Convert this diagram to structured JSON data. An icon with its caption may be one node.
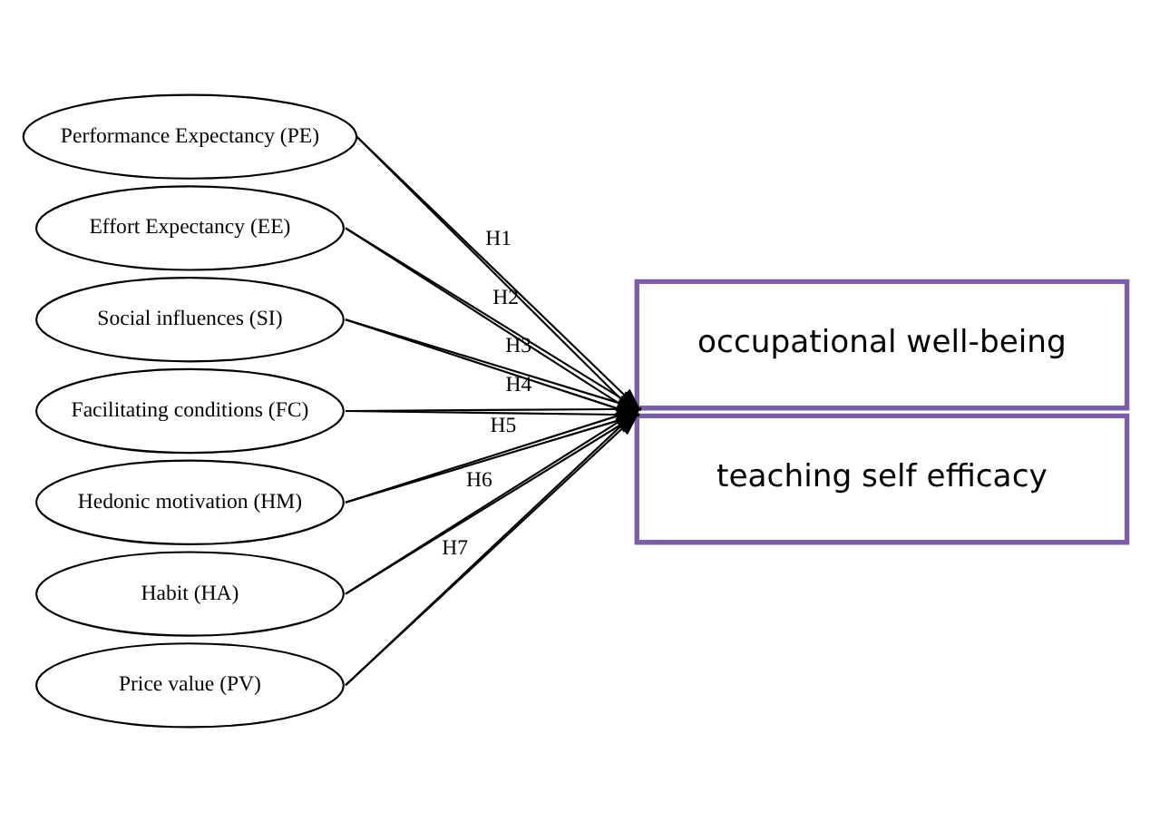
{
  "diagram": {
    "nodes": [
      {
        "text": [
          "Performance Expectancy (PE)"
        ]
      },
      {
        "text": [
          "Effort Expectancy (EE)"
        ]
      },
      {
        "text": [
          "Social influences (SI)"
        ]
      },
      {
        "text": [
          "Facilitating conditions (FC)"
        ]
      },
      {
        "text": [
          "Hedonic motivation (HM)"
        ]
      },
      {
        "text": [
          "Habit (HA)"
        ]
      },
      {
        "text": [
          "Price value (PV)"
        ]
      },
      {
        "text": [
          "occupational well-being"
        ]
      },
      {
        "text": [
          "teaching self efficacy"
        ]
      }
    ],
    "edges": [
      {
        "from": 0,
        "to": 7,
        "arrow": "to",
        "label": "H1"
      },
      {
        "from": 1,
        "to": 7,
        "arrow": "to",
        "label": "H2"
      },
      {
        "from": 2,
        "to": 7,
        "arrow": "to",
        "label": "H3"
      },
      {
        "from": 3,
        "to": 7,
        "arrow": "to",
        "label": "H4"
      },
      {
        "from": 4,
        "to": 7,
        "arrow": "to",
        "label": "H5"
      },
      {
        "from": 5,
        "to": 7,
        "arrow": "to",
        "label": "H6"
      },
      {
        "from": 6,
        "to": 7,
        "arrow": "to",
        "label": "H7"
      },
      {
        "from": 0,
        "to": 8,
        "arrow": "to"
      },
      {
        "from": 1,
        "to": 8,
        "arrow": "to"
      },
      {
        "from": 2,
        "to": 8,
        "arrow": "to"
      },
      {
        "from": 3,
        "to": 8,
        "arrow": "to"
      },
      {
        "from": 4,
        "to": 8,
        "arrow": "to"
      },
      {
        "from": 5,
        "to": 8,
        "arrow": "to"
      },
      {
        "from": 6,
        "to": 8,
        "arrow": "to"
      }
    ]
  }
}
